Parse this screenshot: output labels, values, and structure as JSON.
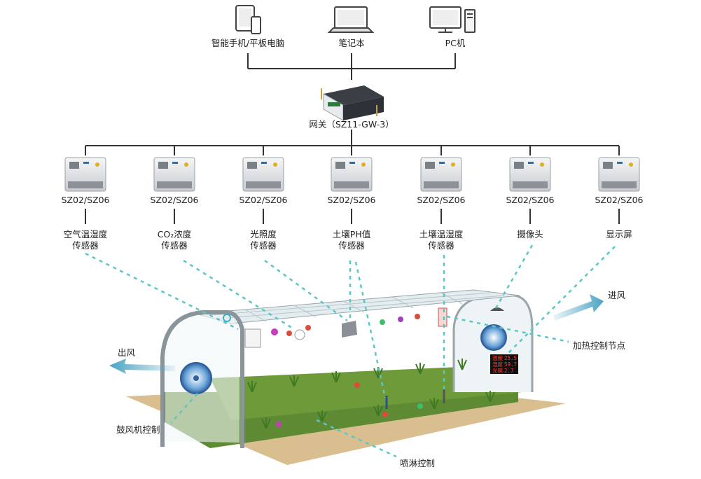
{
  "clients": [
    {
      "label": "智能手机/平板电脑",
      "icon": "tablet-phone-icon"
    },
    {
      "label": "笔记本",
      "icon": "laptop-icon"
    },
    {
      "label": "PC机",
      "icon": "desktop-pc-icon"
    }
  ],
  "gateway": {
    "label": "网关（SZ11-GW-3）",
    "icon": "gateway-device-icon"
  },
  "nodes": [
    {
      "model": "SZ02/SZ06",
      "func_line1": "空气温湿度",
      "func_line2": "传感器"
    },
    {
      "model": "SZ02/SZ06",
      "func_line1": "CO₂浓度",
      "func_line2": "传感器"
    },
    {
      "model": "SZ02/SZ06",
      "func_line1": "光照度",
      "func_line2": "传感器"
    },
    {
      "model": "SZ02/SZ06",
      "func_line1": "土壤PH值",
      "func_line2": "传感器"
    },
    {
      "model": "SZ02/SZ06",
      "func_line1": "土壤温湿度",
      "func_line2": "传感器"
    },
    {
      "model": "SZ02/SZ06",
      "func_line1": "摄像头",
      "func_line2": ""
    },
    {
      "model": "SZ02/SZ06",
      "func_line1": "显示屏",
      "func_line2": ""
    }
  ],
  "greenhouse": {
    "inlet": "进风",
    "outlet": "出风",
    "heating": "加热控制节点",
    "fan": "鼓风机控制",
    "spray": "喷淋控制",
    "display_readings": [
      {
        "tag": "温度",
        "value": "25.5"
      },
      {
        "tag": "湿度",
        "value": "59.7"
      },
      {
        "tag": "光照",
        "value": "2.7"
      }
    ]
  },
  "colors": {
    "line": "#333333",
    "dash": "#5cc6c4",
    "airflow": "#4aa3c2",
    "soil": "#d9bf90",
    "display_digits": "#ff3b2f"
  }
}
